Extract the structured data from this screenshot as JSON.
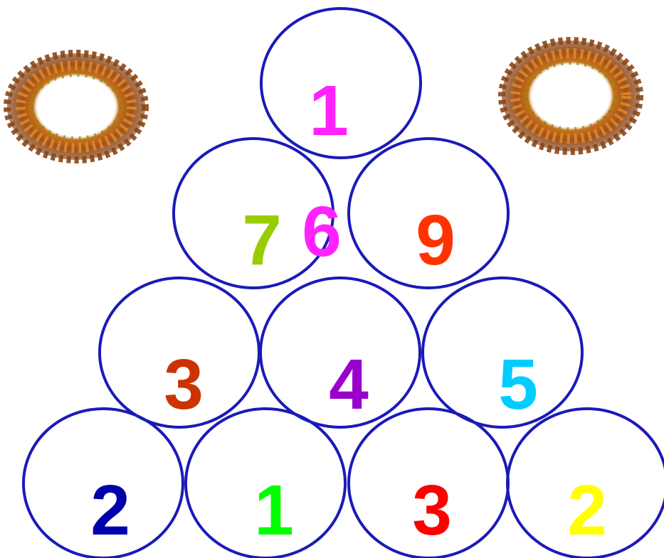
{
  "pyramid": {
    "rows": [
      {
        "numbers": [
          {
            "value": "1",
            "color": "#ff22ff"
          }
        ]
      },
      {
        "numbers": [
          {
            "value": "7",
            "color": "#99cc00"
          },
          {
            "value": "9",
            "color": "#ff3300"
          }
        ]
      },
      {
        "numbers": [
          {
            "value": "3",
            "color": "#cc3300"
          },
          {
            "value": "4",
            "color": "#9900cc"
          },
          {
            "value": "5",
            "color": "#00ccff"
          }
        ]
      },
      {
        "numbers": [
          {
            "value": "2",
            "color": "#0000aa"
          },
          {
            "value": "1",
            "color": "#00ff00"
          },
          {
            "value": "3",
            "color": "#ff0000"
          },
          {
            "value": "2",
            "color": "#ffff00"
          }
        ]
      }
    ],
    "overlay": {
      "value": "6",
      "color": "#ff22ff"
    },
    "circle_outline_color": "#1a1ab8"
  },
  "decorations": [
    {
      "name": "autumn-wreath-left-icon"
    },
    {
      "name": "autumn-wreath-right-icon"
    }
  ]
}
